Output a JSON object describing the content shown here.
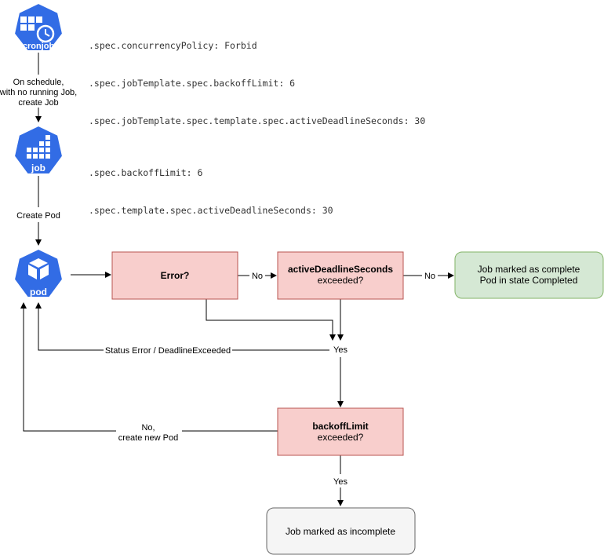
{
  "nodes": {
    "cronjob": {
      "label": "cronjob",
      "color": "#326ce5"
    },
    "job": {
      "label": "job",
      "color": "#326ce5"
    },
    "pod": {
      "label": "pod",
      "color": "#326ce5"
    }
  },
  "specs": {
    "cronjob": [
      ".spec.concurrencyPolicy: Forbid",
      ".spec.jobTemplate.spec.backoffLimit: 6",
      ".spec.jobTemplate.spec.template.spec.activeDeadlineSeconds: 30"
    ],
    "job": [
      ".spec.backoffLimit: 6",
      ".spec.template.spec.activeDeadlineSeconds: 30"
    ]
  },
  "edges": {
    "cronjob_to_job": [
      "On schedule,",
      "with no running Job,",
      "create Job"
    ],
    "job_to_pod": "Create Pod",
    "error_no": "No",
    "deadline_no": "No",
    "yes_merge": "Yes",
    "status_back": "Status Error / DeadlineExceeded",
    "backoff_no": [
      "No,",
      "create new Pod"
    ],
    "backoff_yes": "Yes"
  },
  "boxes": {
    "error": {
      "title": "Error?"
    },
    "deadline": {
      "title": "activeDeadlineSeconds",
      "sub": "exceeded?"
    },
    "complete": {
      "line1": "Job marked as complete",
      "line2": "Pod in state Completed"
    },
    "backoff": {
      "title": "backoffLimit",
      "sub": "exceeded?"
    },
    "incomplete": {
      "line1": "Job marked as incomplete"
    }
  },
  "colors": {
    "decision_fill": "#f8cecc",
    "decision_stroke": "#b85450",
    "complete_fill": "#d5e8d4",
    "complete_stroke": "#82b366",
    "incomplete_fill": "#f5f5f5",
    "incomplete_stroke": "#666666"
  }
}
